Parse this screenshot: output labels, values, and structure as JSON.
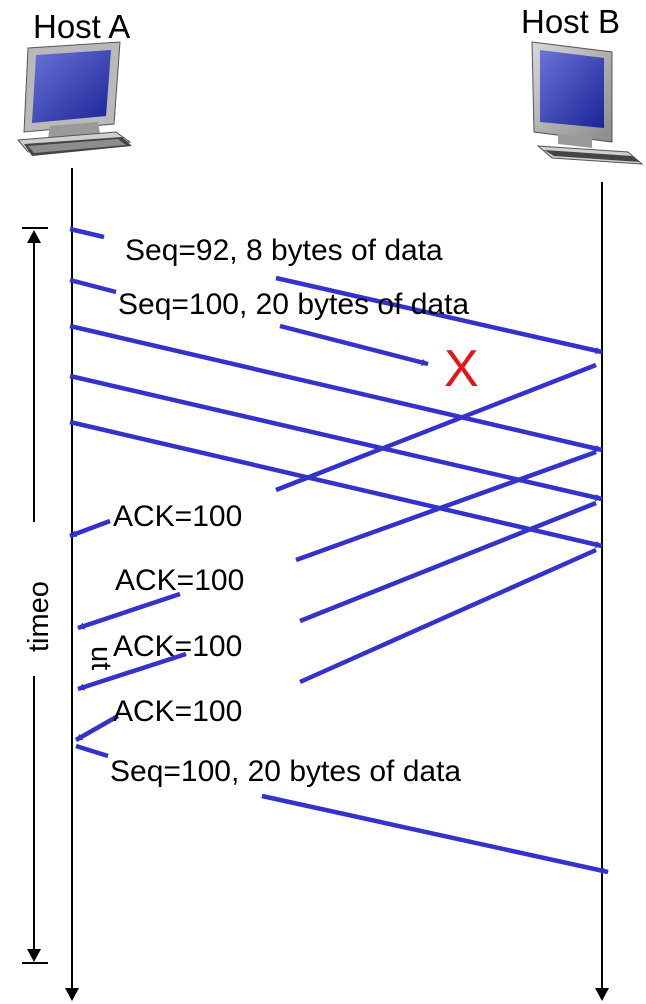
{
  "hosts": {
    "a": {
      "label": "Host A"
    },
    "b": {
      "label": "Host B"
    }
  },
  "timeout": {
    "line1": "timeo",
    "line2": "ut"
  },
  "messages": {
    "seq92": "Seq=92, 8 bytes of data",
    "seq100": "Seq=100, 20 bytes of data",
    "ack1": "ACK=100",
    "ack2": "ACK=100",
    "ack3": "ACK=100",
    "ack4": "ACK=100",
    "resend": "Seq=100, 20 bytes of data"
  },
  "loss_mark": "X",
  "colors": {
    "arrow": "#3333cc",
    "loss": "#e8141b",
    "timeline": "#000000"
  },
  "icons": {
    "host_a": "desktop-computer-icon",
    "host_b": "desktop-computer-icon"
  }
}
